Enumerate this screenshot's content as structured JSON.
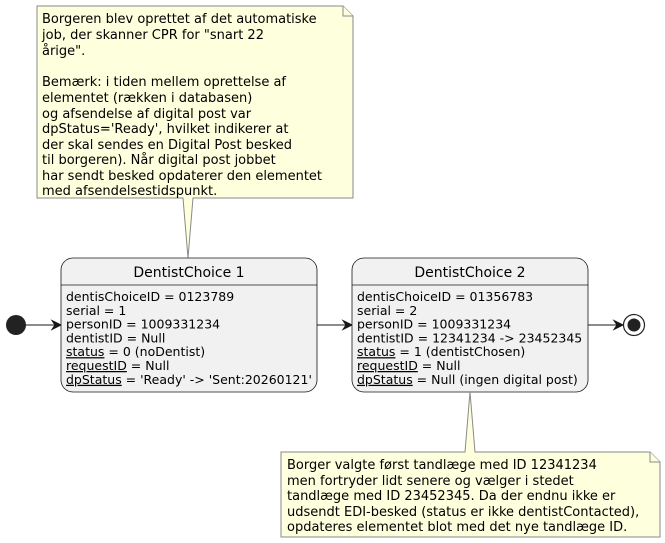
{
  "colors": {
    "note_fill": "#FEFFDD",
    "note_border": "#8A8A8A",
    "state_fill": "#F1F1F1",
    "state_border": "#181818",
    "edge": "#181818",
    "node": "#222222"
  },
  "note_top": {
    "lines": [
      "Borgeren blev oprettet af det automatiske",
      "job, der skanner CPR for \"snart 22",
      "årige\".",
      "",
      "Bemærk: i tiden mellem oprettelse af",
      "elementet (rækken i databasen)",
      "og afsendelse af digital post var",
      "dpStatus='Ready', hvilket indikerer at",
      "der skal sendes en Digital Post besked",
      "til borgeren). Når digital post jobbet",
      "har sendt besked opdaterer den elementet",
      "med afsendelsestidspunkt."
    ]
  },
  "state1": {
    "title": "DentistChoice 1",
    "attrs": [
      {
        "key": "dentisChoiceID",
        "rest": " = 0123789",
        "underline": false
      },
      {
        "key": "serial",
        "rest": " = 1",
        "underline": false
      },
      {
        "key": "personID",
        "rest": " = 1009331234",
        "underline": false
      },
      {
        "key": "dentistID",
        "rest": " = Null",
        "underline": false
      },
      {
        "key": "status",
        "rest": " = 0 (noDentist)",
        "underline": true
      },
      {
        "key": "requestID",
        "rest": " = Null",
        "underline": true
      },
      {
        "key": "dpStatus",
        "rest": " = 'Ready' -> 'Sent:20260121'",
        "underline": true
      }
    ]
  },
  "state2": {
    "title": "DentistChoice 2",
    "attrs": [
      {
        "key": "dentisChoiceID",
        "rest": " = 01356783",
        "underline": false
      },
      {
        "key": "serial",
        "rest": " = 2",
        "underline": false
      },
      {
        "key": "personID",
        "rest": " = 1009331234",
        "underline": false
      },
      {
        "key": "dentistID",
        "rest": " = 12341234 -> 23452345",
        "underline": false
      },
      {
        "key": "status",
        "rest": " = 1 (dentistChosen)",
        "underline": true
      },
      {
        "key": "requestID",
        "rest": " = Null",
        "underline": true
      },
      {
        "key": "dpStatus",
        "rest": " = Null (ingen digital post)",
        "underline": true
      }
    ]
  },
  "note_bottom": {
    "lines": [
      "Borger valgte først tandlæge med ID 12341234",
      "men fortryder lidt senere og vælger i stedet",
      "tandlæge med ID 23452345. Da der endnu ikke er",
      "udsendt EDI-besked (status er ikke dentistContacted),",
      "opdateres elementet blot med det nye tandlæge ID."
    ]
  }
}
